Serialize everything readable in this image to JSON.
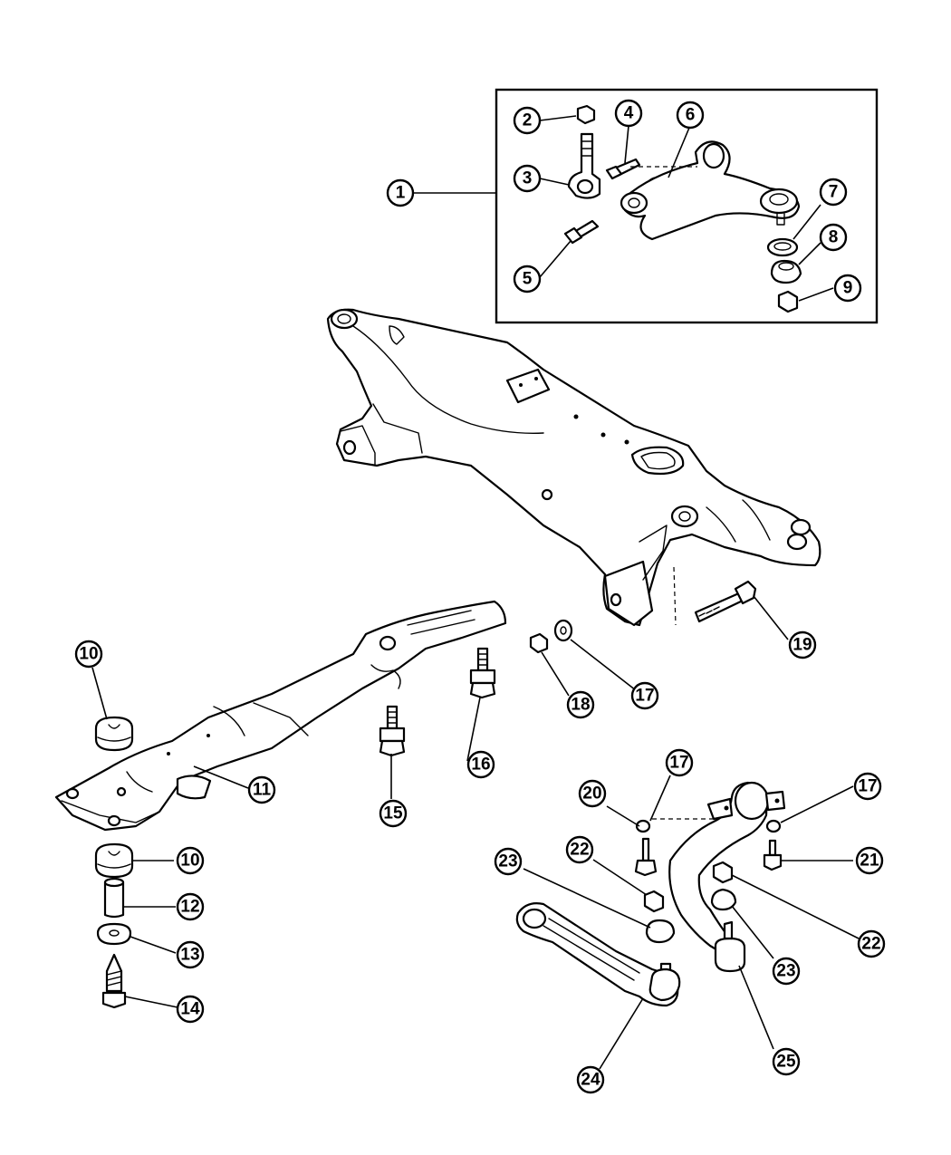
{
  "callouts": {
    "c1": "1",
    "c2": "2",
    "c3": "3",
    "c4": "4",
    "c5": "5",
    "c6": "6",
    "c7": "7",
    "c8": "8",
    "c9": "9",
    "c10a": "10",
    "c10b": "10",
    "c11": "11",
    "c12": "12",
    "c13": "13",
    "c14": "14",
    "c15": "15",
    "c16": "16",
    "c17a": "17",
    "c17b": "17",
    "c17c": "17",
    "c18": "18",
    "c19": "19",
    "c20": "20",
    "c21": "21",
    "c22a": "22",
    "c22b": "22",
    "c23a": "23",
    "c23b": "23",
    "c24": "24",
    "c25": "25"
  }
}
